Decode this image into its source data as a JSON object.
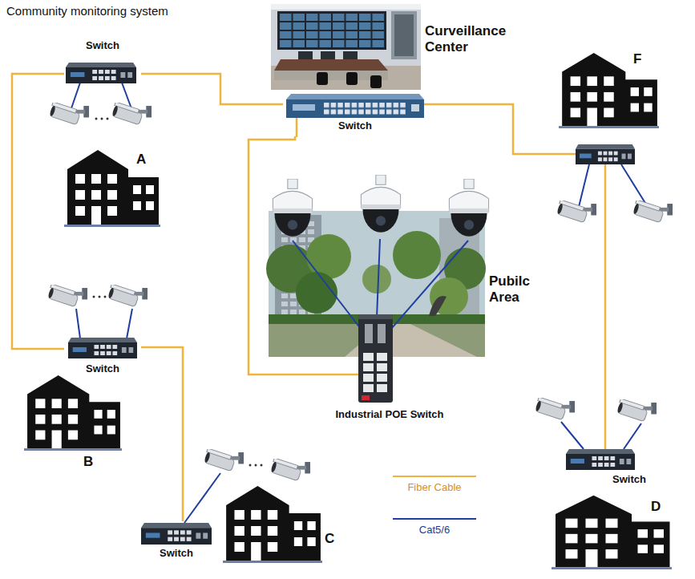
{
  "diagram": {
    "title": "Community monitoring system",
    "nodes": [
      {
        "text": [
          "Switch"
        ]
      },
      {
        "text": [
          "Curveillance Center"
        ]
      },
      {
        "text": [
          "F"
        ]
      },
      {
        "text": [
          "Switch"
        ]
      },
      {
        "text": [
          "A"
        ]
      },
      {
        "text": [
          "Pubilc Area"
        ]
      },
      {
        "text": [
          "Switch"
        ]
      },
      {
        "text": [
          "B"
        ]
      },
      {
        "text": [
          "Industrial POE Switch"
        ]
      },
      {
        "text": [
          "Switch"
        ]
      },
      {
        "text": [
          "C"
        ]
      },
      {
        "text": [
          "D"
        ]
      },
      {
        "text": [
          "Switch"
        ]
      }
    ],
    "edges": [
      {
        "from": 3,
        "to": 0,
        "arrow": "none"
      },
      {
        "from": 0,
        "to": 6,
        "arrow": "none"
      },
      {
        "from": 6,
        "to": 12,
        "arrow": "none"
      },
      {
        "from": 3,
        "to": 8,
        "arrow": "none"
      }
    ],
    "legend": [
      {
        "text": "Fiber Cable"
      },
      {
        "text": "Cat5/6"
      }
    ]
  }
}
